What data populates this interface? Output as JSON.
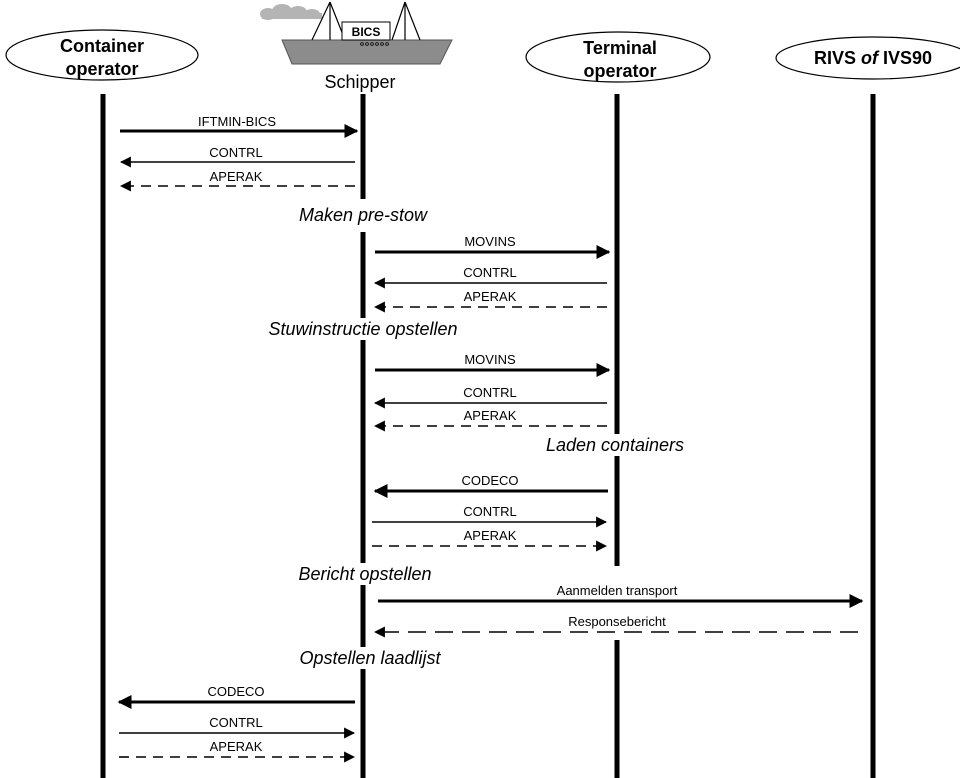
{
  "actors": {
    "container_operator": {
      "line1": "Container",
      "line2": "operator"
    },
    "schipper": {
      "name": "Schipper",
      "ship_label": "BICS"
    },
    "terminal_operator": {
      "line1": "Terminal",
      "line2": "operator"
    },
    "rivs": {
      "pre": "RIVS ",
      "of": "of",
      "post": " IVS90"
    }
  },
  "sections": {
    "maken_prestow": "Maken pre-stow",
    "stuwinstructie": "Stuwinstructie opstellen",
    "laden": "Laden containers",
    "bericht": "Bericht opstellen",
    "laadlijst": "Opstellen laadlijst"
  },
  "messages": [
    {
      "label": "IFTMIN-BICS",
      "from": "container_operator",
      "to": "schipper",
      "style": "bold"
    },
    {
      "label": "CONTRL",
      "from": "schipper",
      "to": "container_operator",
      "style": "thin"
    },
    {
      "label": "APERAK",
      "from": "schipper",
      "to": "container_operator",
      "style": "dashed"
    },
    {
      "label": "MOVINS",
      "from": "schipper",
      "to": "terminal_operator",
      "style": "bold"
    },
    {
      "label": "CONTRL",
      "from": "terminal_operator",
      "to": "schipper",
      "style": "thin"
    },
    {
      "label": "APERAK",
      "from": "terminal_operator",
      "to": "schipper",
      "style": "dashed"
    },
    {
      "label": "MOVINS",
      "from": "schipper",
      "to": "terminal_operator",
      "style": "bold"
    },
    {
      "label": "CONTRL",
      "from": "terminal_operator",
      "to": "schipper",
      "style": "thin"
    },
    {
      "label": "APERAK",
      "from": "terminal_operator",
      "to": "schipper",
      "style": "dashed"
    },
    {
      "label": "CODECO",
      "from": "terminal_operator",
      "to": "schipper",
      "style": "bold"
    },
    {
      "label": "CONTRL",
      "from": "schipper",
      "to": "terminal_operator",
      "style": "thin"
    },
    {
      "label": "APERAK",
      "from": "schipper",
      "to": "terminal_operator",
      "style": "dashed"
    },
    {
      "label": "Aanmelden transport",
      "from": "schipper",
      "to": "rivs",
      "style": "bold"
    },
    {
      "label": "Responsebericht",
      "from": "rivs",
      "to": "schipper",
      "style": "dashed"
    },
    {
      "label": "CODECO",
      "from": "schipper",
      "to": "container_operator",
      "style": "bold"
    },
    {
      "label": "CONTRL",
      "from": "container_operator",
      "to": "schipper",
      "style": "thin"
    },
    {
      "label": "APERAK",
      "from": "container_operator",
      "to": "schipper",
      "style": "dashed"
    }
  ],
  "colors": {
    "ship_hull": "#8c8c8c",
    "ship_smoke": "#b4b4b4",
    "line": "#000000"
  }
}
